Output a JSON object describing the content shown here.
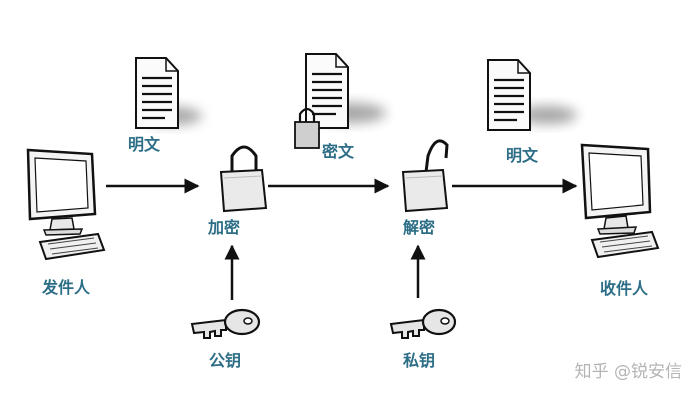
{
  "labels": {
    "plaintext_left": "明文",
    "ciphertext": "密文",
    "plaintext_right": "明文",
    "encrypt": "加密",
    "decrypt": "解密",
    "sender": "发件人",
    "receiver": "收件人",
    "public_key": "公钥",
    "private_key": "私钥"
  },
  "watermark": "知乎 @锐安信",
  "colors": {
    "label": "#2d6e87",
    "line": "#111111",
    "watermark": "#b4b4b4"
  },
  "icons": [
    "monitor-icon",
    "keyboard-icon",
    "document-icon",
    "padlock-closed-icon",
    "padlock-open-icon",
    "key-icon",
    "arrow-right-icon",
    "arrow-up-icon"
  ]
}
